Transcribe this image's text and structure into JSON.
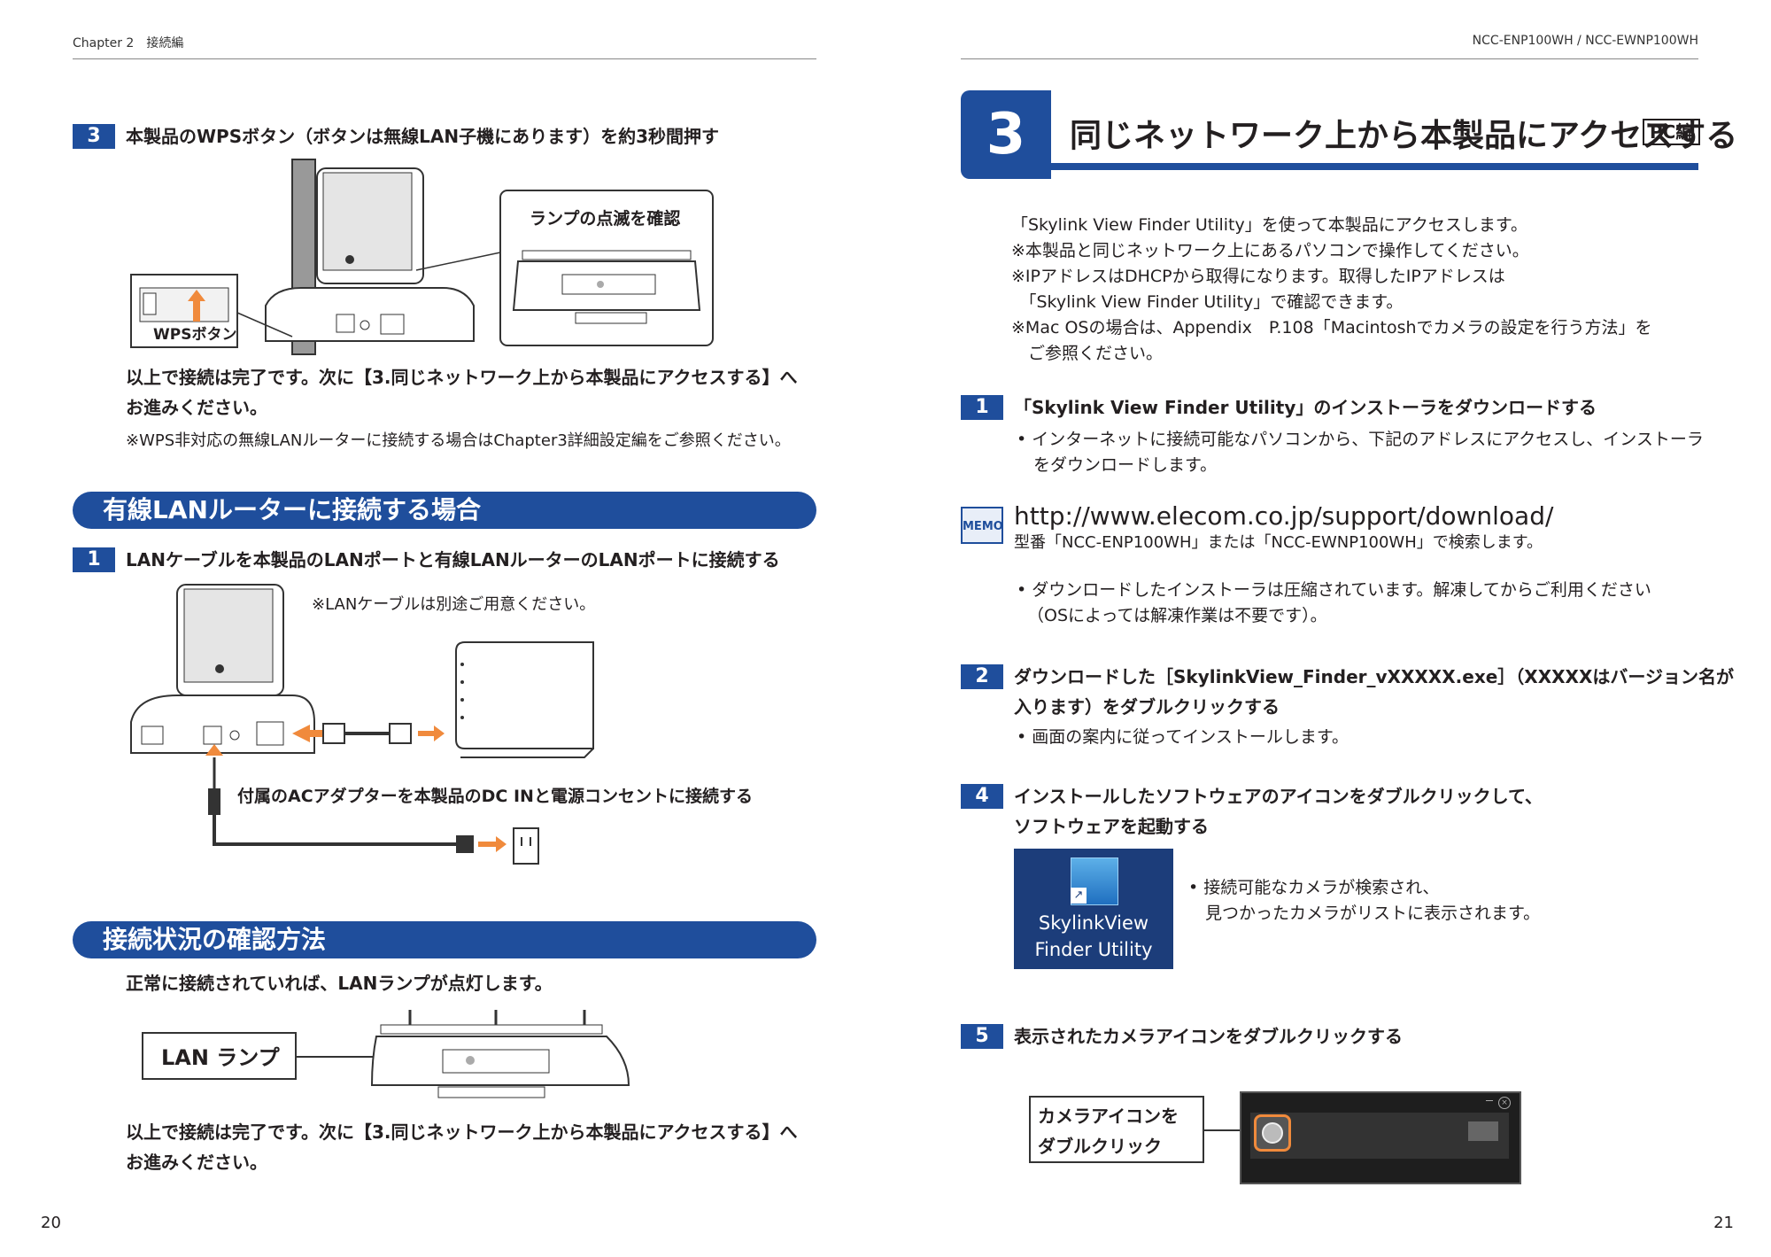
{
  "left_page": {
    "header": "Chapter 2　接続編",
    "page_number": "20",
    "step3": {
      "num": "3",
      "title": "本製品のWPSボタン（ボタンは無線LAN子機にあります）を約3秒間押す"
    },
    "fig1": {
      "callout": "ランプの点滅を確認",
      "wps_label": "WPSボタン"
    },
    "done1_line1": "以上で接続は完了です。次に【3.同じネットワーク上から本製品にアクセスする】へ",
    "done1_line2": "お進みください。",
    "note_wps": "※WPS非対応の無線LANルーターに接続する場合はChapter3詳細設定編をご参照ください。",
    "section_wired": "有線LANルーターに接続する場合",
    "step1": {
      "num": "1",
      "title": "LANケーブルを本製品のLANポートと有線LANルーターのLANポートに接続する"
    },
    "fig2": {
      "note": "※LANケーブルは別途ご用意ください。",
      "ac_text": "付属のACアダプターを本製品のDC INと電源コンセントに接続する"
    },
    "section_status": "接続状況の確認方法",
    "status_text": "正常に接続されていれば、LANランプが点灯します。",
    "fig3": {
      "callout": "LAN ランプ"
    },
    "done2_line1": "以上で接続は完了です。次に【3.同じネットワーク上から本製品にアクセスする】へ",
    "done2_line2": "お進みください。"
  },
  "right_page": {
    "header": "NCC-ENP100WH / NCC-EWNP100WH",
    "page_number": "21",
    "chapter": {
      "num": "3",
      "title": "同じネットワーク上から本製品にアクセスする",
      "badge": "PC編"
    },
    "intro": [
      "「Skylink View Finder Utility」を使って本製品にアクセスします。",
      "※本製品と同じネットワーク上にあるパソコンで操作してください。",
      "※IPアドレスはDHCPから取得になります。取得したIPアドレスは",
      "　「Skylink View Finder Utility」で確認できます。",
      "※Mac OSの場合は、Appendix　P.108「Macintoshでカメラの設定を行う方法」を",
      "　ご参照ください。"
    ],
    "step1": {
      "num": "1",
      "title": "「Skylink View Finder Utility」のインストーラをダウンロードする",
      "line1": "• インターネットに接続可能なパソコンから、下記のアドレスにアクセスし、インストーラ",
      "line2": "　をダウンロードします。"
    },
    "memo": {
      "badge": "MEMO",
      "url": "http://www.elecom.co.jp/support/download/",
      "note": "型番「NCC-ENP100WH」または「NCC-EWNP100WH」で検索します。"
    },
    "download_note1": "• ダウンロードしたインストーラは圧縮されています。解凍してからご利用ください",
    "download_note2": "（OSによっては解凍作業は不要です）。",
    "step2": {
      "num": "2",
      "line1": "ダウンロードした［SkylinkView_Finder_vXXXXX.exe］（XXXXXはバージョン名が",
      "line2": "入ります）をダブルクリックする",
      "sub": "• 画面の案内に従ってインストールします。"
    },
    "step4": {
      "num": "4",
      "line1": "インストールしたソフトウェアのアイコンをダブルクリックして、",
      "line2": "ソフトウェアを起動する"
    },
    "app_icon": {
      "line1": "SkylinkView",
      "line2": "Finder Utility"
    },
    "step4_note1": "• 接続可能なカメラが検索され、",
    "step4_note2": "　見つかったカメラがリストに表示されます。",
    "step5": {
      "num": "5",
      "title": "表示されたカメラアイコンをダブルクリックする"
    },
    "camera_callout1": "カメラアイコンを",
    "camera_callout2": "ダブルクリック"
  },
  "colors": {
    "accent_blue": "#1f4e9c",
    "orange": "#f08a3c",
    "text": "#231f20"
  }
}
